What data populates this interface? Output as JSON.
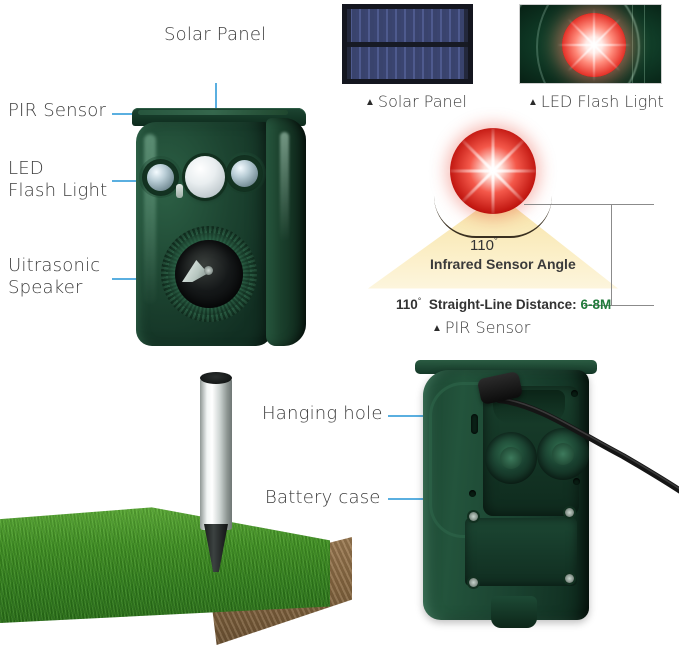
{
  "page": {
    "title": "Solar Animal Repeller Product Feature Diagram",
    "accent_arrow_color": "#5aafe0",
    "leader_line_color": "#2f7fb5",
    "label_text_color": "#3c3c3c",
    "device_body_color": "#1c4330",
    "highlight_value_color": "#1f7a3a"
  },
  "front_view_labels": {
    "solar_panel": "Solar Panel",
    "pir_sensor": "PIR Sensor",
    "led_flash_light": "LED\nFlash Light",
    "ultrasonic_speaker": "Uitrasonic\nSpeaker"
  },
  "thumbnails": [
    {
      "id": "solar-panel",
      "caption_marker": "▲",
      "caption": "Solar Panel"
    },
    {
      "id": "led-flash-light",
      "caption_marker": "▲",
      "caption": "LED Flash Light"
    }
  ],
  "pir_diagram": {
    "angle_value": "110",
    "angle_degree_symbol": "°",
    "angle_label": "Infrared Sensor Angle",
    "distance_angle": "110",
    "distance_degree_symbol": "°",
    "distance_label": "Straight-Line Distance:",
    "distance_value": "6-8M",
    "caption_marker": "▲",
    "caption": "PIR Sensor"
  },
  "rear_view_labels": {
    "hanging_hole": "Hanging hole",
    "battery_case": "Battery case"
  }
}
